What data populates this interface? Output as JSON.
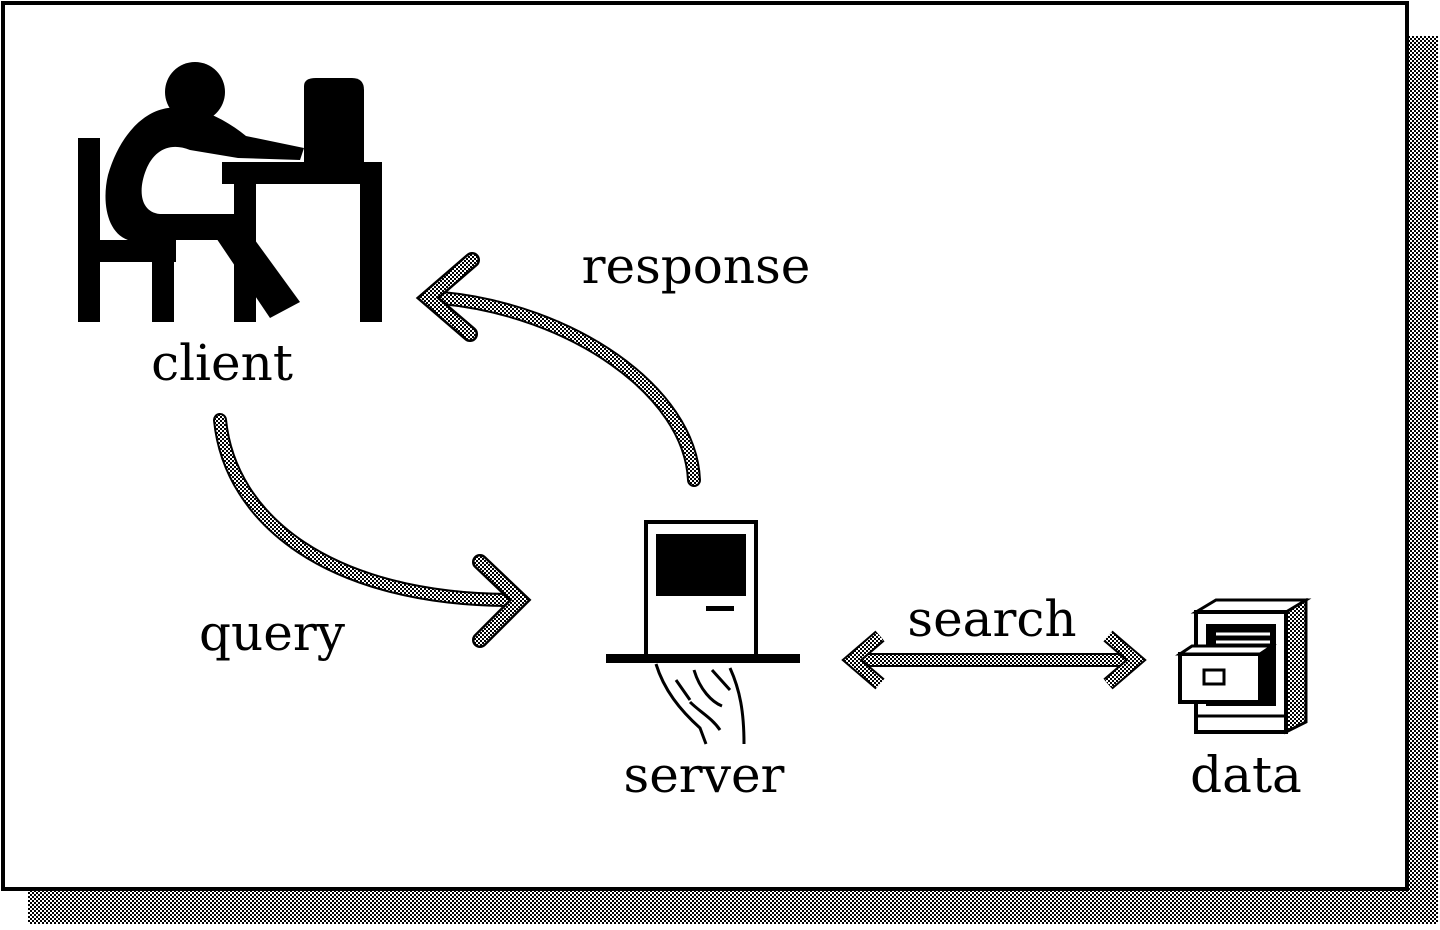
{
  "diagram": {
    "nodes": {
      "client": {
        "label": "client",
        "icon": "person-at-computer-icon"
      },
      "server": {
        "label": "server",
        "icon": "hand-held-computer-icon"
      },
      "data": {
        "label": "data",
        "icon": "filing-cabinet-icon"
      }
    },
    "edges": {
      "query": {
        "label": "query",
        "from": "client",
        "to": "server"
      },
      "response": {
        "label": "response",
        "from": "server",
        "to": "client"
      },
      "search": {
        "label": "search",
        "between": [
          "server",
          "data"
        ]
      }
    }
  },
  "colors": {
    "ink": "#000000",
    "paper": "#ffffff",
    "arrow": "#8a8a8a",
    "shadow": "#7a7a7a"
  }
}
